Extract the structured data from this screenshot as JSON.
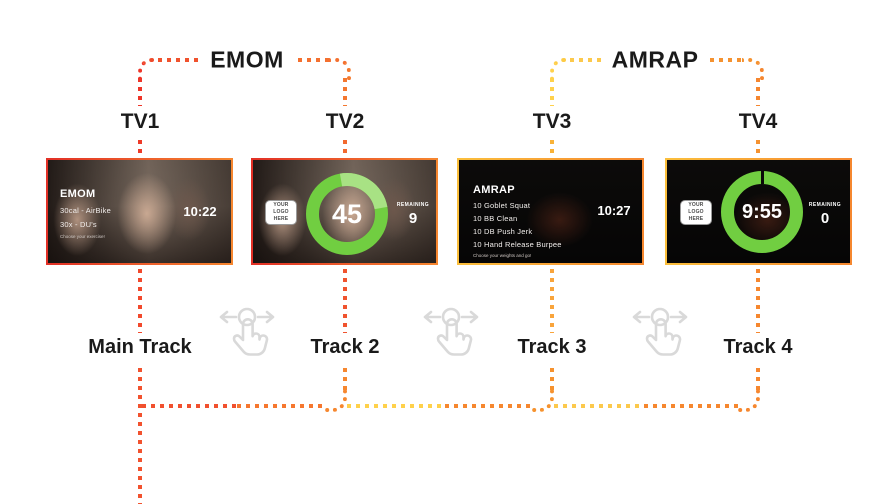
{
  "groups": {
    "emom_label": "EMOM",
    "amrap_label": "AMRAP"
  },
  "tvs": [
    {
      "name": "TV1",
      "track_label": "Main Track",
      "screen": {
        "title": "EMOM",
        "lines": [
          "30cal - AirBike",
          "30x - DU's"
        ],
        "note": "Choose your exercise!",
        "timer": "10:22"
      }
    },
    {
      "name": "TV2",
      "track_label": "Track 2",
      "screen": {
        "logo": "YOUR LOGO HERE",
        "timer": "45",
        "remaining_label": "REMAINING",
        "remaining_value": "9"
      }
    },
    {
      "name": "TV3",
      "track_label": "Track 3",
      "screen": {
        "title": "AMRAP",
        "lines": [
          "10 Goblet Squat",
          "10 BB Clean",
          "10 DB Push Jerk",
          "10 Hand Release Burpee"
        ],
        "note": "Choose your weights and go!",
        "timer": "10:27"
      }
    },
    {
      "name": "TV4",
      "track_label": "Track 4",
      "screen": {
        "logo": "YOUR LOGO HERE",
        "timer": "9:55",
        "remaining_label": "REMAINING",
        "remaining_value": "0"
      }
    }
  ],
  "icons": {
    "swipe": "swipe-horizontal-gesture"
  },
  "colors": {
    "line_red": "#EE3A28",
    "line_orange": "#F6872F",
    "line_yellow": "#FFD14B",
    "ring_green": "#71CE41",
    "ring_green_light": "#A8E284"
  }
}
